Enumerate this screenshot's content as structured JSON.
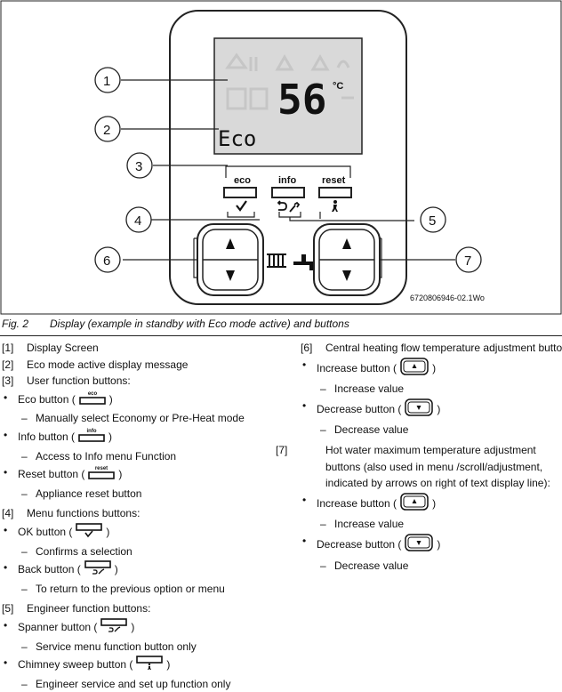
{
  "figure": {
    "lcd_temperature": "56",
    "lcd_unit": "°C",
    "lcd_eco": "Eco",
    "buttons": {
      "eco": "eco",
      "info": "info",
      "reset": "reset"
    },
    "callouts": [
      "1",
      "2",
      "3",
      "4",
      "5",
      "6",
      "7"
    ],
    "figure_code": "6720806946-02.1Wo"
  },
  "caption": {
    "number": "Fig. 2",
    "text": "Display (example in standby with Eco mode active) and buttons"
  },
  "left_column": [
    {
      "type": "num",
      "num": "[1]",
      "text": "Display Screen"
    },
    {
      "type": "num",
      "num": "[2]",
      "text": "Eco mode active display message"
    },
    {
      "type": "num",
      "num": "[3]",
      "text": "User function buttons:"
    },
    {
      "type": "bullet",
      "pre": "Eco button (",
      "icon": "eco",
      "post": ")"
    },
    {
      "type": "dash",
      "text": "Manually select Economy or Pre-Heat mode"
    },
    {
      "type": "bullet",
      "pre": "Info button (",
      "icon": "info",
      "post": ")"
    },
    {
      "type": "dash",
      "text": "Access to Info menu Function"
    },
    {
      "type": "bullet",
      "pre": "Reset button (",
      "icon": "reset",
      "post": ")"
    },
    {
      "type": "dash",
      "text": "Appliance reset button"
    },
    {
      "type": "gap"
    },
    {
      "type": "num",
      "num": "[4]",
      "text": "Menu functions buttons:"
    },
    {
      "type": "bullet",
      "pre": "OK button (",
      "icon": "ok",
      "post": ")"
    },
    {
      "type": "dash",
      "text": "Confirms a selection"
    },
    {
      "type": "bullet",
      "pre": "Back button (",
      "icon": "back",
      "post": ")"
    },
    {
      "type": "dash",
      "text": "To return to the previous option or menu"
    },
    {
      "type": "gap"
    },
    {
      "type": "num",
      "num": "[5]",
      "text": "Engineer function buttons:"
    },
    {
      "type": "bullet",
      "pre": "Spanner button (",
      "icon": "spanner",
      "post": ")"
    },
    {
      "type": "dash",
      "text": "Service menu function button only"
    },
    {
      "type": "bullet",
      "pre": "Chimney sweep button (",
      "icon": "chimney",
      "post": ")"
    },
    {
      "type": "dash",
      "text": "Engineer service and set up function only"
    }
  ],
  "right_column": [
    {
      "type": "num",
      "num": "[6]",
      "text": "Central heating flow temperature adjustment buttons"
    },
    {
      "type": "bullet",
      "pre": "Increase button (",
      "icon": "up",
      "post": ")"
    },
    {
      "type": "dash",
      "text": "Increase value"
    },
    {
      "type": "bullet",
      "pre": "Decrease button (",
      "icon": "down",
      "post": ")"
    },
    {
      "type": "dash",
      "text": "Decrease value"
    },
    {
      "type": "gap"
    },
    {
      "type": "numwrap",
      "num": "[7]",
      "text": "Hot water maximum temperature adjustment buttons (also used in menu /scroll/adjustment, indicated by arrows on right of text display line):"
    },
    {
      "type": "bullet",
      "pre": "Increase button (",
      "icon": "up",
      "post": ")"
    },
    {
      "type": "dash",
      "text": "Increase value"
    },
    {
      "type": "bullet",
      "pre": "Decrease button (",
      "icon": "down",
      "post": ")"
    },
    {
      "type": "dash",
      "text": "Decrease value"
    }
  ]
}
